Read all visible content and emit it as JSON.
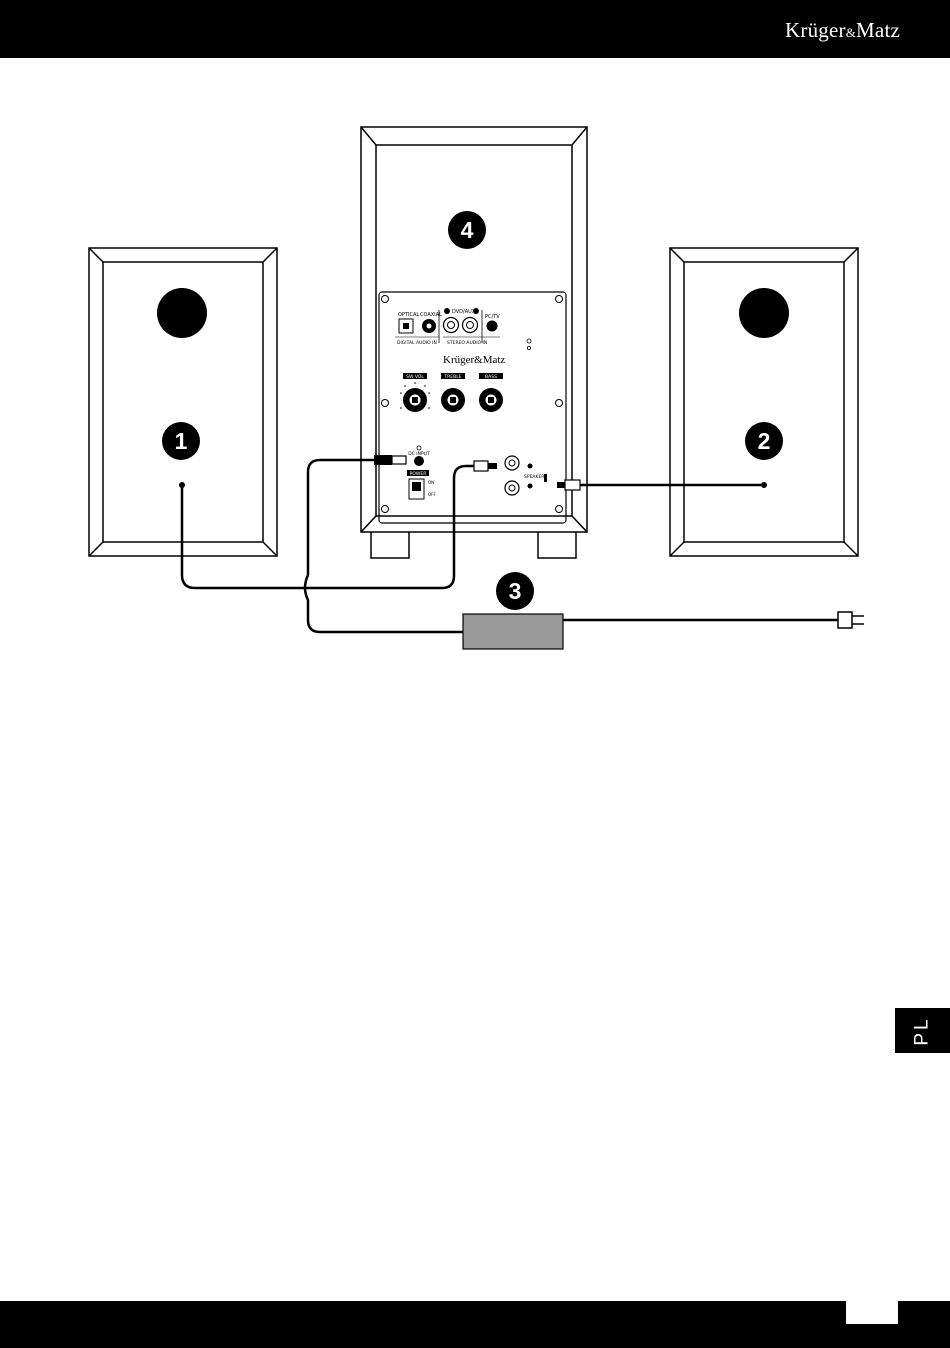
{
  "header": {
    "brand": "Krüger&Matz"
  },
  "callouts": [
    "1",
    "2",
    "3",
    "4"
  ],
  "subwoofer_panel": {
    "brand": "Krüger&Matz",
    "optical": "OPTICAL",
    "coaxial": "COAXIAL",
    "dvd_aux": "DVD/AUX",
    "pc_tv": "PC/TV",
    "digital_audio_in": "DIGITAL AUDIO IN",
    "stereo_audio_in": "STEREO AUDIO IN",
    "knobs": [
      "SW VOL",
      "TREBLE",
      "BASS"
    ],
    "dc_input": "DC INPUT",
    "power": "POWER",
    "on": "ON",
    "off": "OFF",
    "speaker": "SPEAKER"
  },
  "side_tab": {
    "language": "PL"
  }
}
